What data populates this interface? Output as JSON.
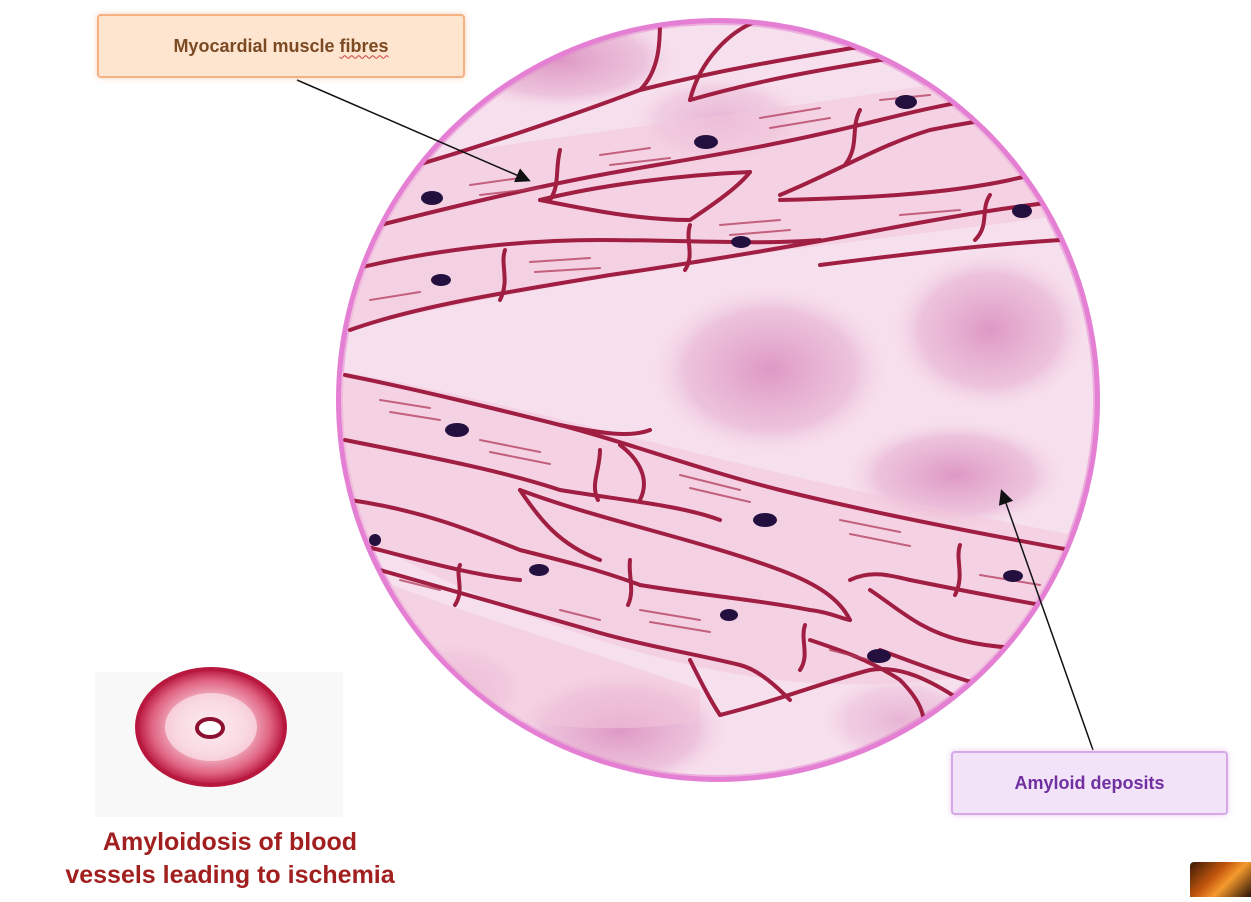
{
  "labels": {
    "myocardial_prefix": "Myocardial muscle ",
    "myocardial_suffix": "fibres",
    "amyloid": "Amyloid deposits",
    "vessel_caption_line1": "Amyloidosis of blood",
    "vessel_caption_line2": "vessels leading to ischemia"
  },
  "colors": {
    "circle_rim": "#e070d0",
    "tissue_bg": "#f7e2ef",
    "fibre_outline": "#a01e42",
    "nucleus": "#24103f",
    "amyloid_patch": "#e2a6cc",
    "vessel_ring": "#c8284c"
  }
}
